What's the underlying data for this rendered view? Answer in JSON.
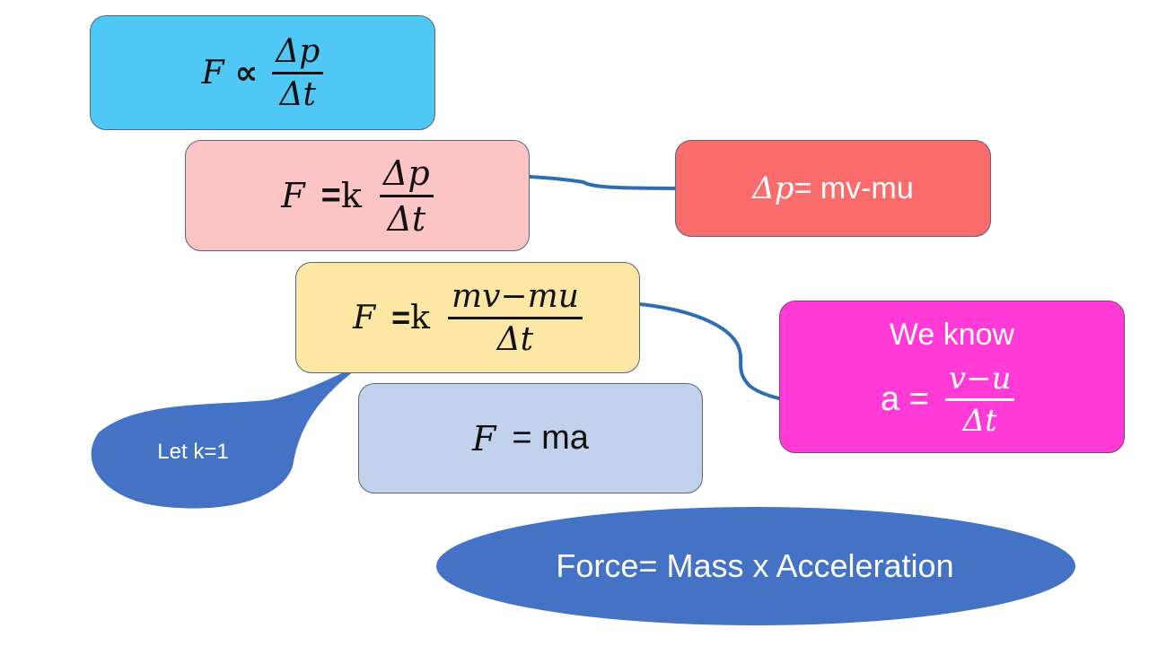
{
  "box1": {
    "lhs": "F",
    "symbol": "∝",
    "numerator": "Δp",
    "denominator": "Δt"
  },
  "box2": {
    "lhs": "F",
    "op": "=",
    "k": "k",
    "numerator": "Δp",
    "denominator": "Δt"
  },
  "box3": {
    "delta_p": "Δp",
    "rhs": "= mv-mu"
  },
  "box4": {
    "lhs": "F",
    "op": "=",
    "k": "k",
    "numerator": "mv−mu",
    "denominator": "Δt"
  },
  "box5": {
    "heading": "We know",
    "lhs": "a =",
    "numerator": "v−u",
    "denominator": "Δt"
  },
  "box6": {
    "lhs": "F",
    "rhs": "= ma"
  },
  "callout": {
    "label": "Let k=1"
  },
  "ellipse": {
    "label": "Force= Mass x Acceleration"
  },
  "colors": {
    "box1": "#4fc8f5",
    "box2": "#fdc4c6",
    "box3": "#fa6b6b",
    "box4": "#fde7a5",
    "box5": "#ff3ad6",
    "box6": "#c2d2ec",
    "shapes": "#4472c4",
    "arrows": "#2e6db4"
  }
}
